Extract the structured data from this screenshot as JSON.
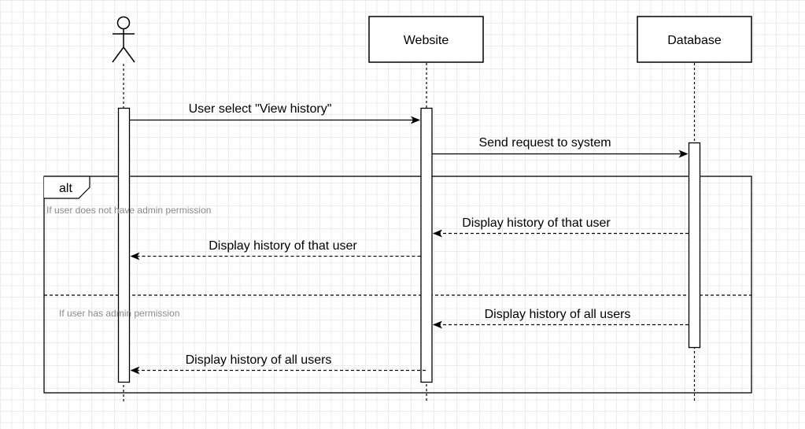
{
  "participants": {
    "website": "Website",
    "database": "Database"
  },
  "messages": [
    "User select \"View history\"",
    "Send request to system",
    "Display history of that user",
    "Display history of that user",
    "Display history of all users",
    "Display history of all users"
  ],
  "fragment": {
    "operator": "alt",
    "conditions": [
      "If user does not have admin permission",
      "If user has admin permission"
    ]
  },
  "colors": {
    "line": "#000000",
    "condition_text": "#8a8a8a",
    "grid": "#ececec"
  }
}
